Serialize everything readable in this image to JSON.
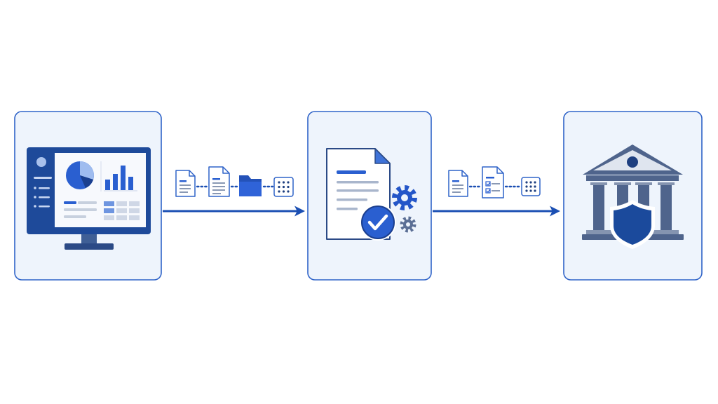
{
  "colors": {
    "background": "#ffffff",
    "card_fill": "#eef4fc",
    "card_border": "#2f63c8",
    "primary": "#1b4fb3",
    "accent": "#2a63d8",
    "slate": "#4f648c",
    "light_gray": "#cfd6e2"
  },
  "diagram": {
    "nodes": [
      {
        "name": "analytics-dashboard",
        "icon": "monitor-dashboard-icon"
      },
      {
        "name": "document-processing",
        "icon": "document-check-gears-icon"
      },
      {
        "name": "institution",
        "icon": "bank-shield-icon"
      }
    ],
    "edges": [
      {
        "from": "analytics-dashboard",
        "to": "document-processing",
        "tokens": [
          "document-icon",
          "document-icon",
          "folder-icon",
          "grid-icon"
        ]
      },
      {
        "from": "document-processing",
        "to": "institution",
        "tokens": [
          "document-icon",
          "checklist-icon",
          "grid-icon"
        ]
      }
    ]
  }
}
